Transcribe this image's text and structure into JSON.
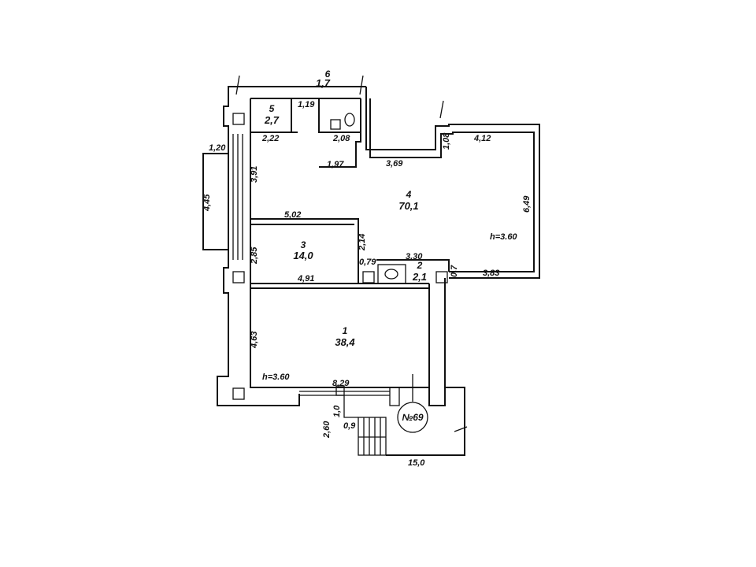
{
  "rooms": [
    {
      "number": "1",
      "area": "38,4"
    },
    {
      "number": "2",
      "area": "2,1"
    },
    {
      "number": "3",
      "area": "14,0"
    },
    {
      "number": "4",
      "area": "70,1"
    },
    {
      "number": "5",
      "area": "2,7"
    },
    {
      "number": "6",
      "area": "1,7"
    }
  ],
  "dimensions": {
    "d_1_20": "1,20",
    "d_4_45": "4,45",
    "d_3_91": "3,91",
    "d_2_22": "2,22",
    "d_1_19": "1,19",
    "d_2_08": "2,08",
    "d_1_97": "1,97",
    "d_3_69": "3,69",
    "d_1_08": "1,08",
    "d_4_12": "4,12",
    "d_6_49": "6,49",
    "d_5_02": "5,02",
    "d_2_14": "2,14",
    "d_2_85": "2,85",
    "d_0_79": "0,79",
    "d_3_30": "3,30",
    "d_0_7": "0,7",
    "d_3_83": "3,83",
    "d_4_91": "4,91",
    "d_4_63": "4,63",
    "d_8_29": "8,29",
    "d_1_0": "1,0",
    "d_2_60": "2,60",
    "d_0_9": "0,9",
    "d_15_0": "15,0"
  },
  "heights": {
    "room4": "h=3.60",
    "room1": "h=3.60"
  },
  "building_number": "№69"
}
